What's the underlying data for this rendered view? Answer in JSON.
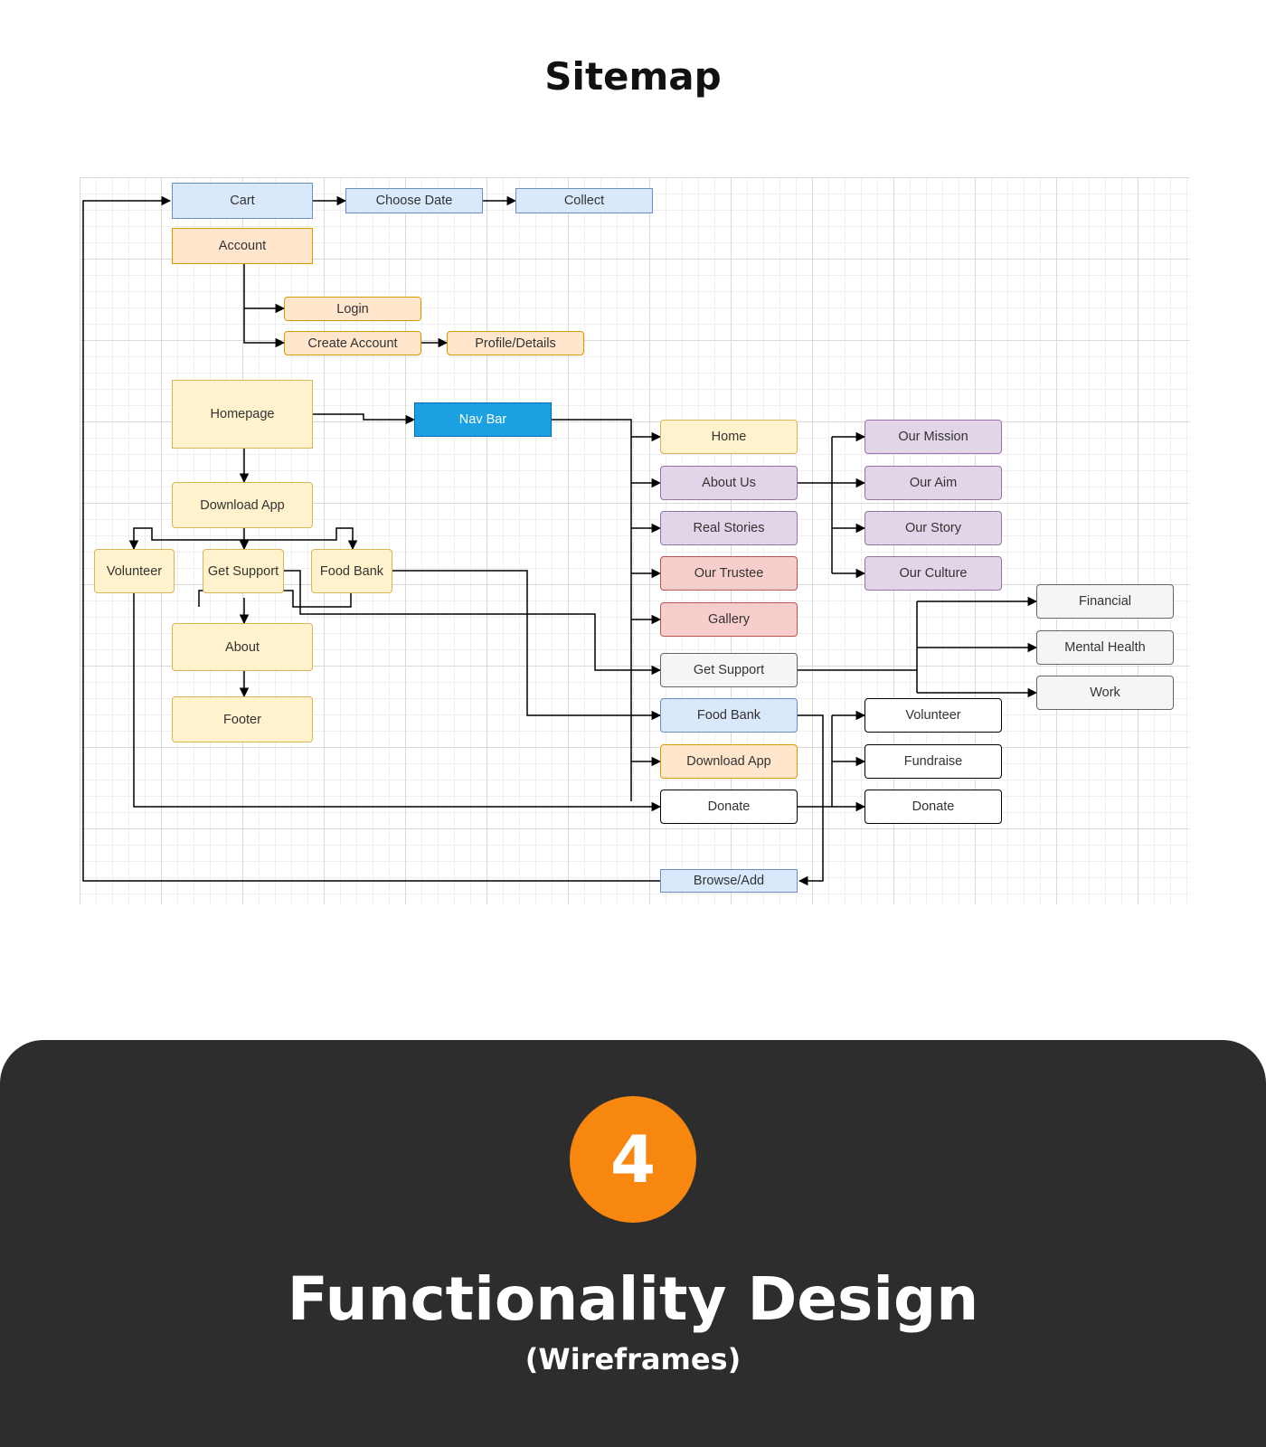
{
  "heading": "Sitemap",
  "diagram": {
    "nodes": {
      "cart": "Cart",
      "choose_date": "Choose Date",
      "collect": "Collect",
      "account": "Account",
      "login": "Login",
      "create_account": "Create Account",
      "profile_details": "Profile/Details",
      "homepage": "Homepage",
      "nav_bar": "Nav Bar",
      "download_app_left": "Download App",
      "volunteer_left": "Volunteer",
      "get_support_left": "Get Support",
      "food_bank_left": "Food Bank",
      "about": "About",
      "footer": "Footer",
      "home": "Home",
      "about_us": "About Us",
      "real_stories": "Real Stories",
      "our_trustee": "Our Trustee",
      "gallery": "Gallery",
      "get_support_nav": "Get Support",
      "food_bank_nav": "Food Bank",
      "download_app_nav": "Download App",
      "donate_nav": "Donate",
      "browse_add": "Browse/Add",
      "our_mission": "Our Mission",
      "our_aim": "Our Aim",
      "our_story": "Our Story",
      "our_culture": "Our Culture",
      "financial": "Financial",
      "mental_health": "Mental Health",
      "work": "Work",
      "volunteer_right": "Volunteer",
      "fundraise": "Fundraise",
      "donate_right": "Donate"
    },
    "colors": {
      "blue": "#dae8fc",
      "peach": "#ffe6cc",
      "yellow": "#fff2cc",
      "purple": "#e1d5e7",
      "red": "#f8cecc",
      "grey": "#f5f5f5",
      "white": "#ffffff",
      "nav_bar": "#1ba1e2"
    }
  },
  "section": {
    "number": "4",
    "title": "Functionality Design",
    "subtitle": "(Wireframes)"
  },
  "colors": {
    "panel_background": "#2d2d2d",
    "accent_orange": "#f7870e"
  }
}
